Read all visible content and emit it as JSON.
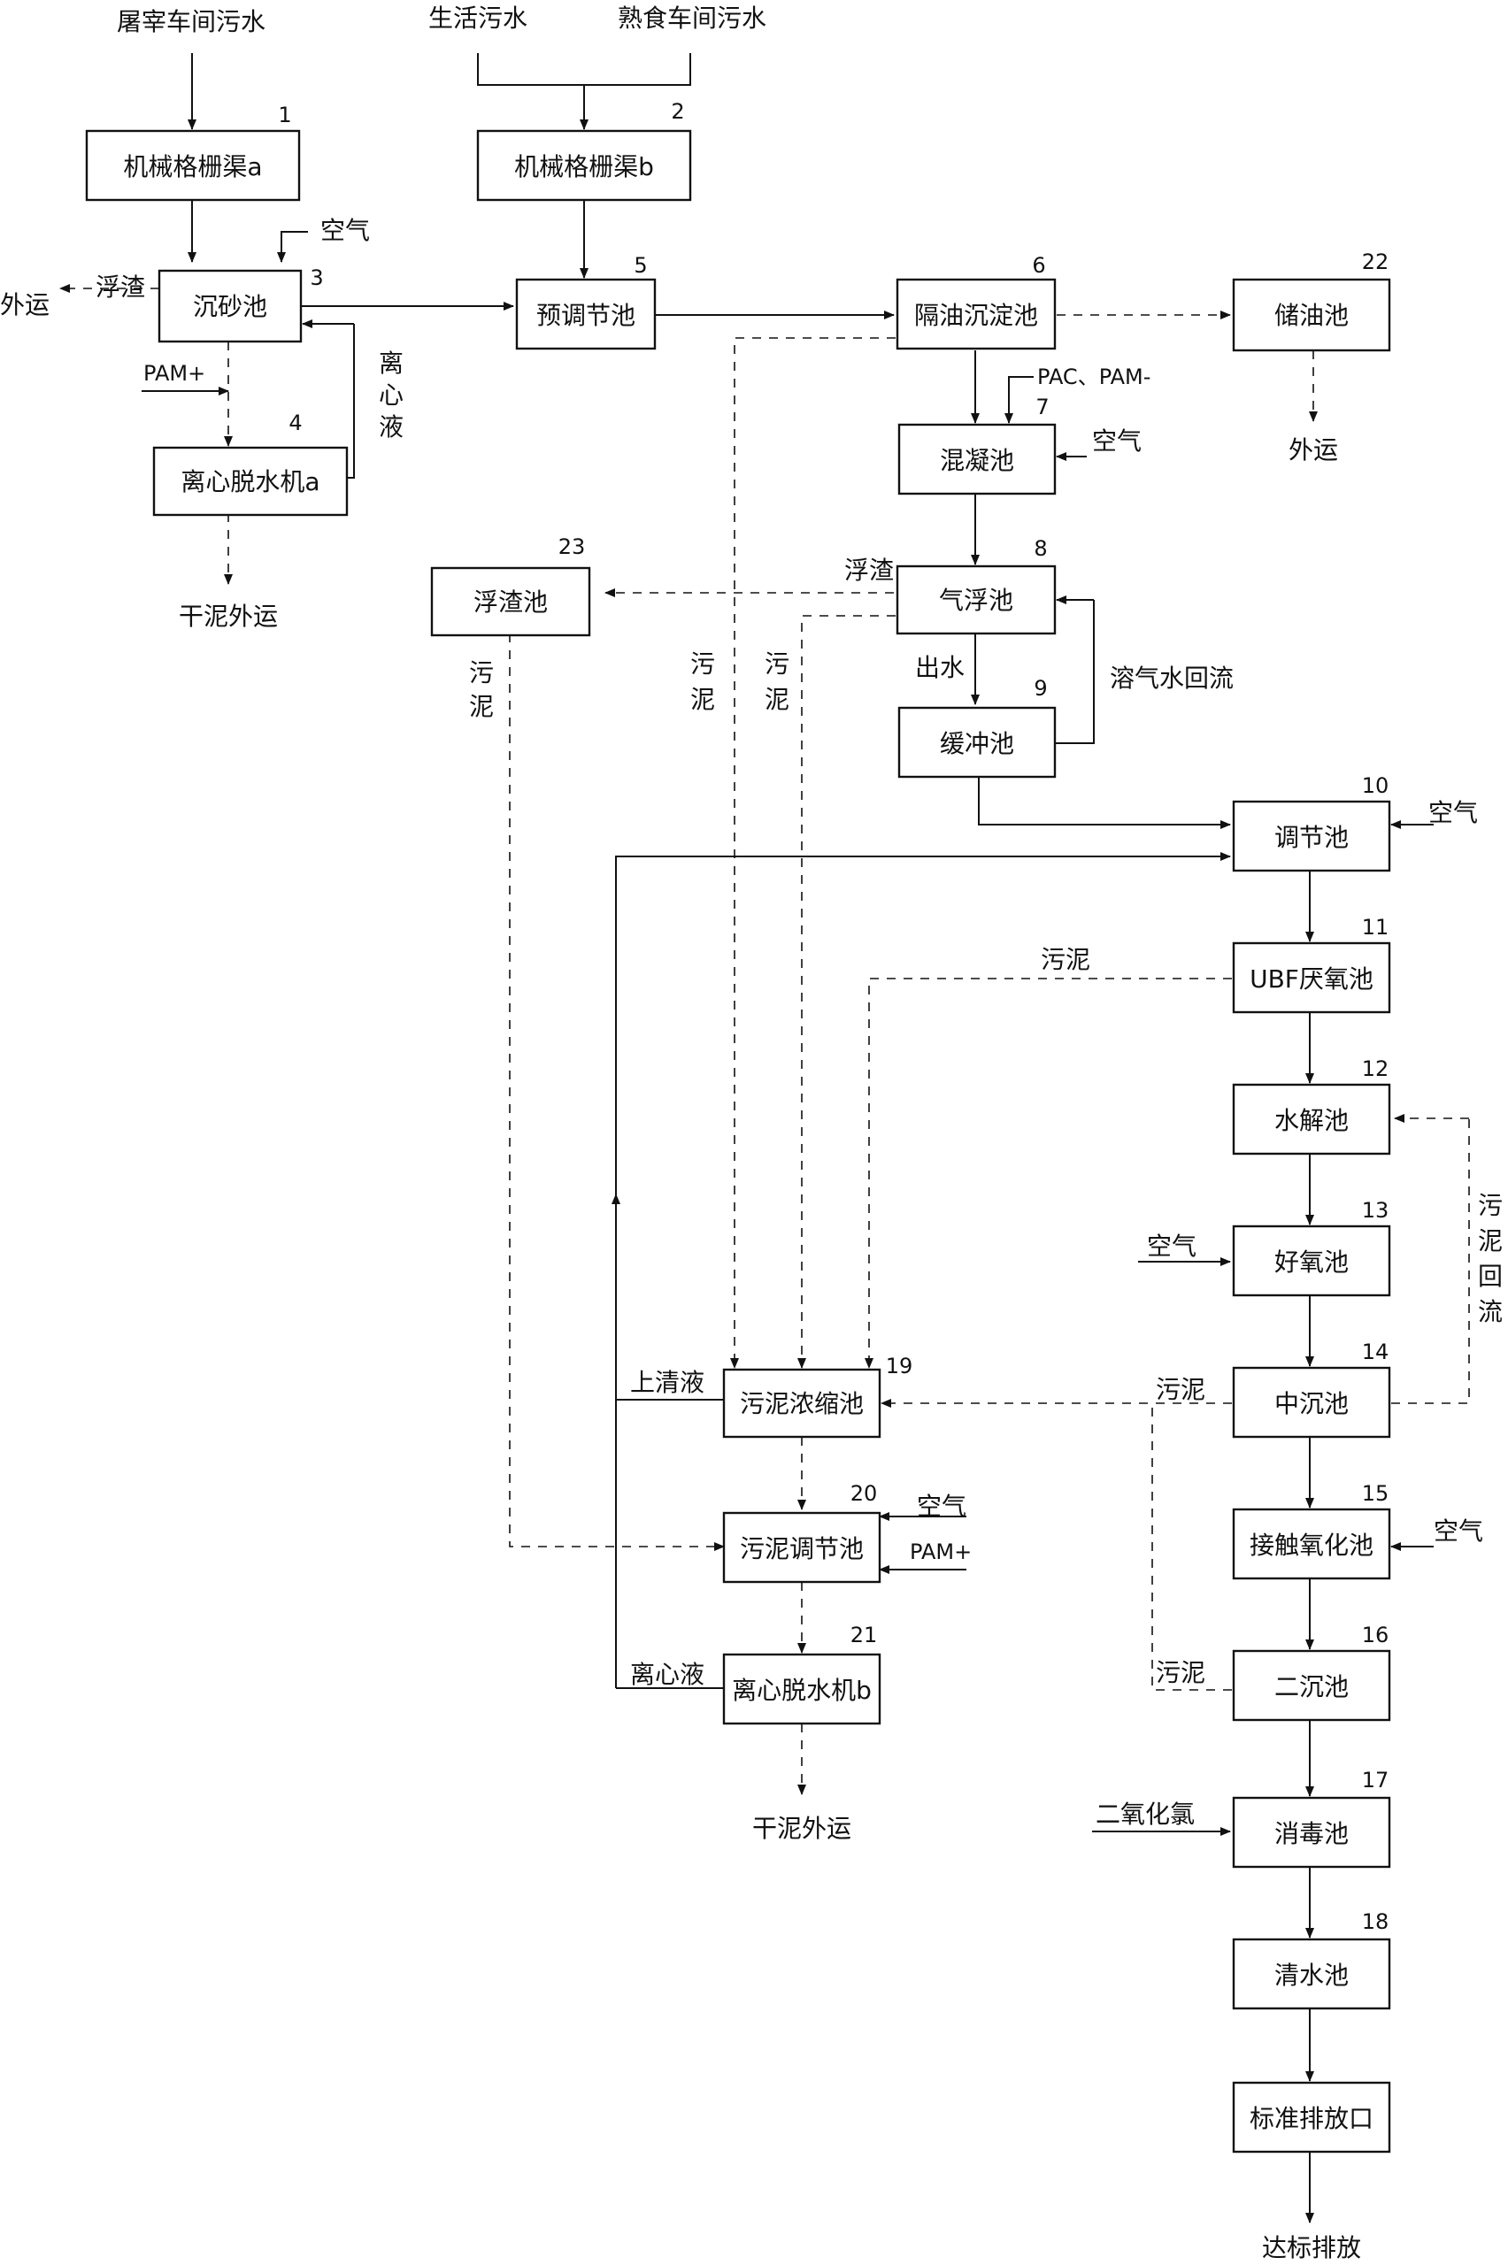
{
  "boxes": {
    "b1": {
      "text": "机械格栅渠a",
      "num": "1"
    },
    "b2": {
      "text": "机械格栅渠b",
      "num": "2"
    },
    "b3": {
      "text": "沉砂池",
      "num": "3"
    },
    "b4": {
      "text": "离心脱水机a",
      "num": "4"
    },
    "b5": {
      "text": "预调节池",
      "num": "5"
    },
    "b6": {
      "text": "隔油沉淀池",
      "num": "6"
    },
    "b7": {
      "text": "混凝池",
      "num": "7"
    },
    "b8": {
      "text": "气浮池",
      "num": "8"
    },
    "b9": {
      "text": "缓冲池",
      "num": "9"
    },
    "b10": {
      "text": "调节池",
      "num": "10"
    },
    "b11": {
      "text": "UBF厌氧池",
      "num": "11"
    },
    "b12": {
      "text": "水解池",
      "num": "12"
    },
    "b13": {
      "text": "好氧池",
      "num": "13"
    },
    "b14": {
      "text": "中沉池",
      "num": "14"
    },
    "b15": {
      "text": "接触氧化池",
      "num": "15"
    },
    "b16": {
      "text": "二沉池",
      "num": "16"
    },
    "b17": {
      "text": "消毒池",
      "num": "17"
    },
    "b18": {
      "text": "清水池",
      "num": "18"
    },
    "b19": {
      "text": "污泥浓缩池",
      "num": "19"
    },
    "b20": {
      "text": "污泥调节池",
      "num": "20"
    },
    "b21": {
      "text": "离心脱水机b",
      "num": "21"
    },
    "b22": {
      "text": "储油池",
      "num": "22"
    },
    "b23": {
      "text": "浮渣池",
      "num": "23"
    },
    "outlet": {
      "text": "标准排放口"
    }
  },
  "labels": {
    "src_slaughter": "屠宰车间污水",
    "src_domestic": "生活污水",
    "src_cooked": "熟食车间污水",
    "air_3": "空气",
    "scum_3": "浮渣",
    "out_3": "外运",
    "pam_4": "PAM+",
    "centrate_a": [
      "离",
      "心",
      "液"
    ],
    "dry_a": "干泥外运",
    "pac_pam_7": "PAC、PAM-",
    "air_7": "空气",
    "out_22": "外运",
    "scum_8": "浮渣",
    "effluent_8": "出水",
    "recycle_9": "溶气水回流",
    "sludge_23": [
      "污",
      "泥"
    ],
    "sludge_6": [
      "污",
      "泥"
    ],
    "sludge_8": [
      "污",
      "泥"
    ],
    "air_10": "空气",
    "sludge_11": "污泥",
    "air_13": "空气",
    "sludge_return": [
      "污",
      "泥",
      "回",
      "流"
    ],
    "sludge_14": "污泥",
    "supernatant": "上清液",
    "air_15": "空气",
    "air_20": "空气",
    "pam_20": "PAM+",
    "centrate_b": "离心液",
    "sludge_16": "污泥",
    "clo2": "二氧化氯",
    "dry_b": "干泥外运",
    "discharge": "达标排放"
  }
}
